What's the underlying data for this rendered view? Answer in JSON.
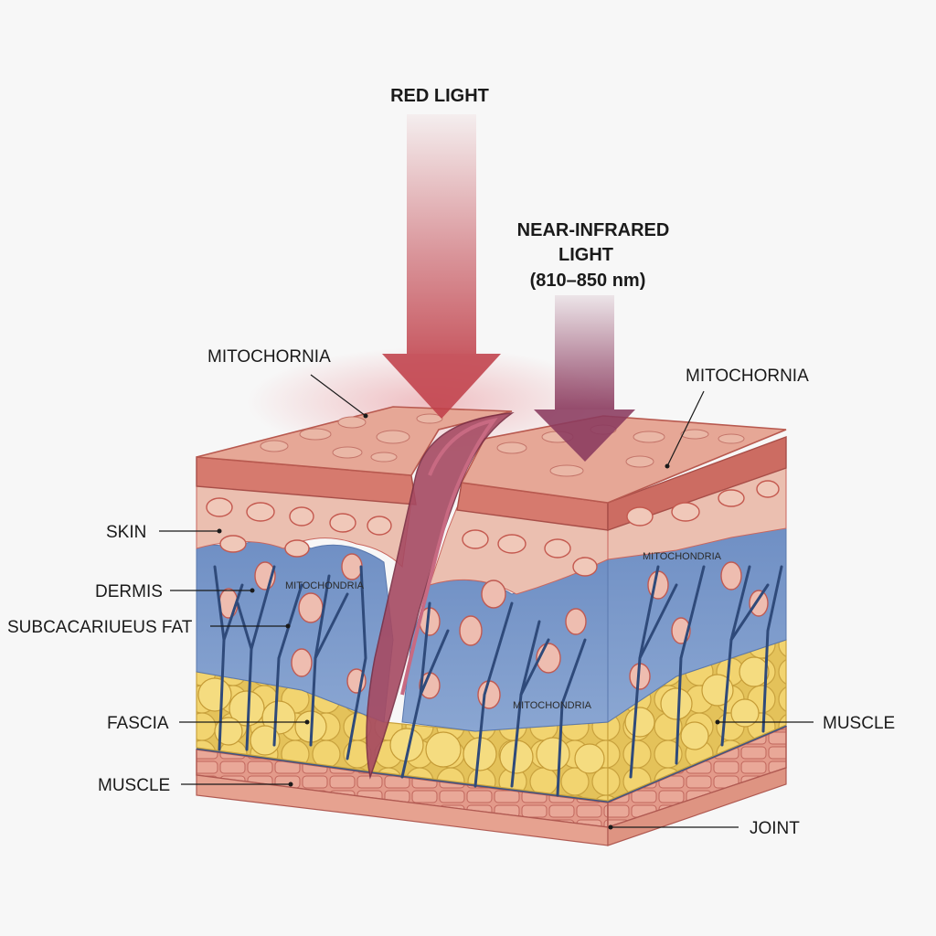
{
  "diagram": {
    "arrows": {
      "red_light": {
        "label": "RED LIGHT",
        "color": "#c0404a"
      },
      "nir_light": {
        "label_line1": "NEAR-INFRARED",
        "label_line2": "LIGHT",
        "label_line3": "(810–850 nm)",
        "color": "#8a3a5e"
      }
    },
    "inner_labels": {
      "mito_left": "MITOCHONDRIA",
      "mito_right_upper": "MITOCHONDRIA",
      "mito_right_lower": "MITOCHONDRIA"
    },
    "callouts": {
      "top_left": "MITOCHORNIA",
      "top_right": "MITOCHORNIA",
      "skin": "SKIN",
      "dermis": "DERMIS",
      "subcutaneous_fat": "SUBCACARIUEUS FAT",
      "fascia": "FASCIA",
      "muscle_left": "MUSCLE",
      "muscle_right": "MUSCLE",
      "joint": "JOINT"
    },
    "colors": {
      "skin_top": "#e6a796",
      "skin_edge": "#c9665e",
      "dermis": "#ebbfb0",
      "blue_layer": "#6f8fc4",
      "fat": "#f2d470",
      "muscle": "#e39a8a",
      "vessel": "#2f4a7a",
      "background": "#f7f7f7"
    }
  }
}
